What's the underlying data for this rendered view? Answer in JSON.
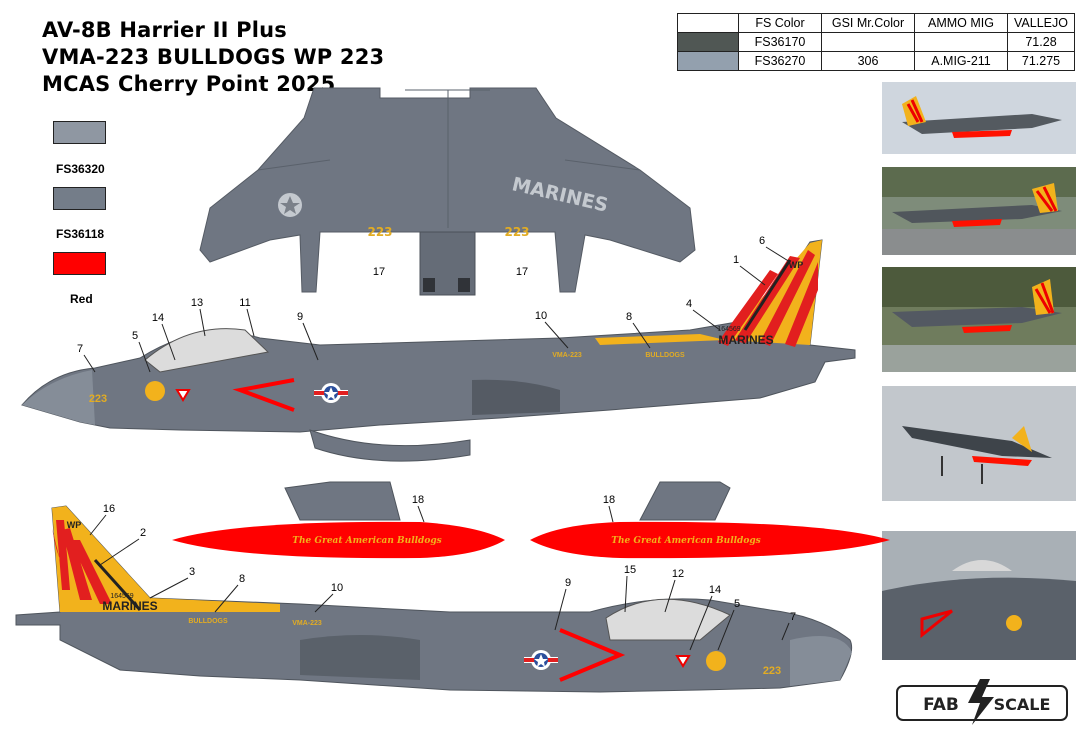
{
  "title": {
    "line1": "AV-8B Harrier II Plus",
    "line2": "VMA-223 BULLDOGS WP 223",
    "line3": "MCAS Cherry Point 2025"
  },
  "swatches": [
    {
      "label": "",
      "color": "#8f97a2"
    },
    {
      "label": "FS36320",
      "color": "#747d89"
    },
    {
      "label": "FS36118",
      "color": "#ff0000"
    },
    {
      "label": "Red",
      "color": ""
    }
  ],
  "color_table": {
    "headers": [
      "FS Color",
      "GSI Mr.Color",
      "AMMO MIG",
      "VALLEJO"
    ],
    "rows": [
      {
        "swatch": "#505754",
        "cells": [
          "FS36170",
          "",
          "",
          "71.28"
        ]
      },
      {
        "swatch": "#93a0ae",
        "cells": [
          "FS36270",
          "306",
          "A.MIG-211",
          "71.275"
        ]
      }
    ]
  },
  "colors": {
    "gray_dark": "#6f7682",
    "gray_light": "#858d98",
    "red": "#ff0000",
    "yellow": "#f2b21c",
    "canopy": "#dcdcdc"
  },
  "aircraft_markings": {
    "marines": "MARINES",
    "modex": "223",
    "squadron": "VMA-223",
    "bulldogs": "BULLDOGS",
    "tail_code": "WP",
    "serial": "164569",
    "tank_text": "The Great American Bulldogs"
  },
  "callouts": {
    "top_view": [
      "17",
      "17"
    ],
    "left_side": [
      "7",
      "5",
      "14",
      "13",
      "11",
      "9",
      "10",
      "8",
      "4",
      "1",
      "6"
    ],
    "right_side": [
      "16",
      "2",
      "3",
      "8",
      "10",
      "9",
      "15",
      "12",
      "14",
      "5",
      "7"
    ],
    "tanks": [
      "18",
      "18"
    ]
  },
  "photos": [
    {
      "alt": "photo-1"
    },
    {
      "alt": "photo-2"
    },
    {
      "alt": "photo-3"
    },
    {
      "alt": "photo-4"
    },
    {
      "alt": "photo-5"
    }
  ],
  "logo": {
    "left": "FAB",
    "right": "SCALE"
  }
}
